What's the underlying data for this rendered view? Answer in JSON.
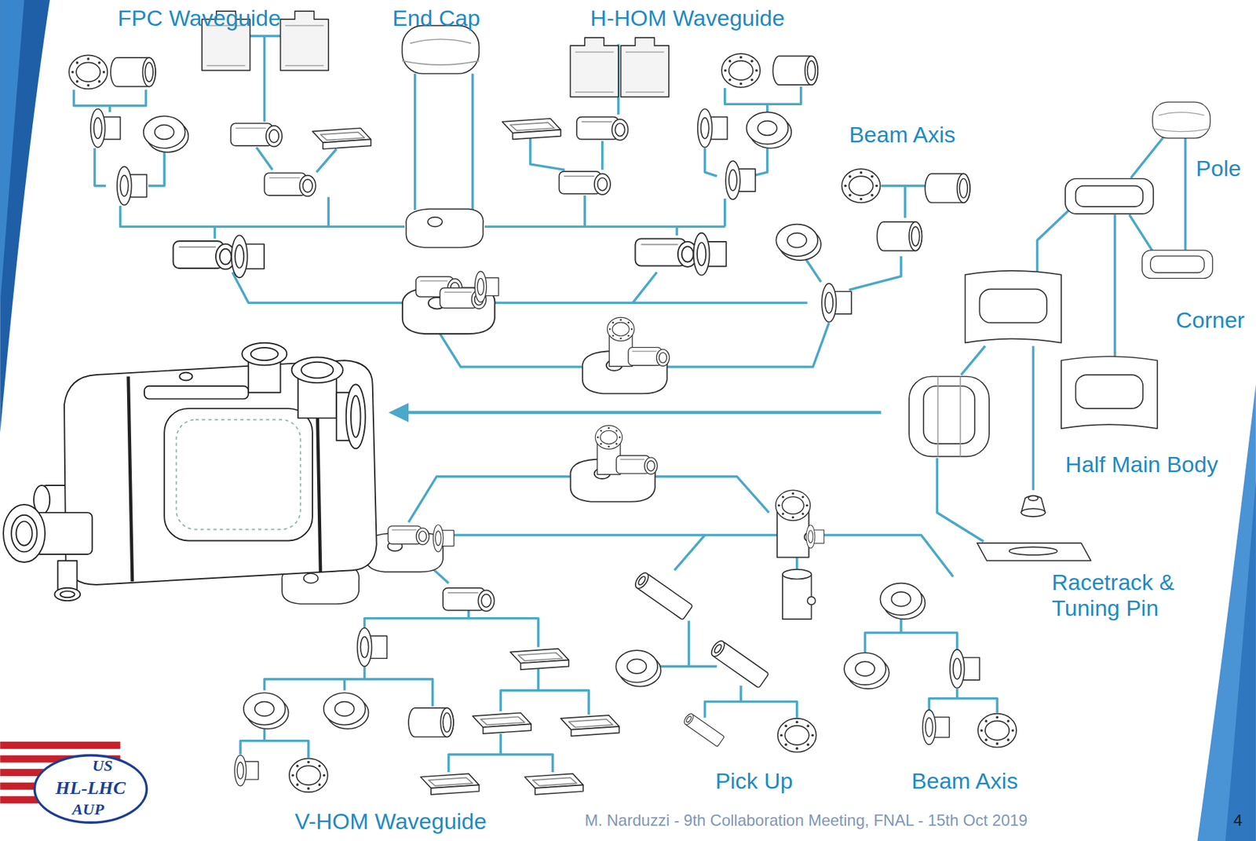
{
  "diagram": {
    "labels": [
      "FPC Waveguide",
      "End Cap",
      "H-HOM Waveguide",
      "Beam Axis",
      "Pole",
      "Corner",
      "Half Main Body",
      "Racetrack & Tuning Pin",
      "Pick Up",
      "Beam Axis",
      "V-HOM Waveguide",
      "US",
      "HL-LHC",
      "AUP",
      "M. Narduzzi - 9th Collaboration Meeting, FNAL - 15th Oct 2019",
      "4"
    ]
  }
}
